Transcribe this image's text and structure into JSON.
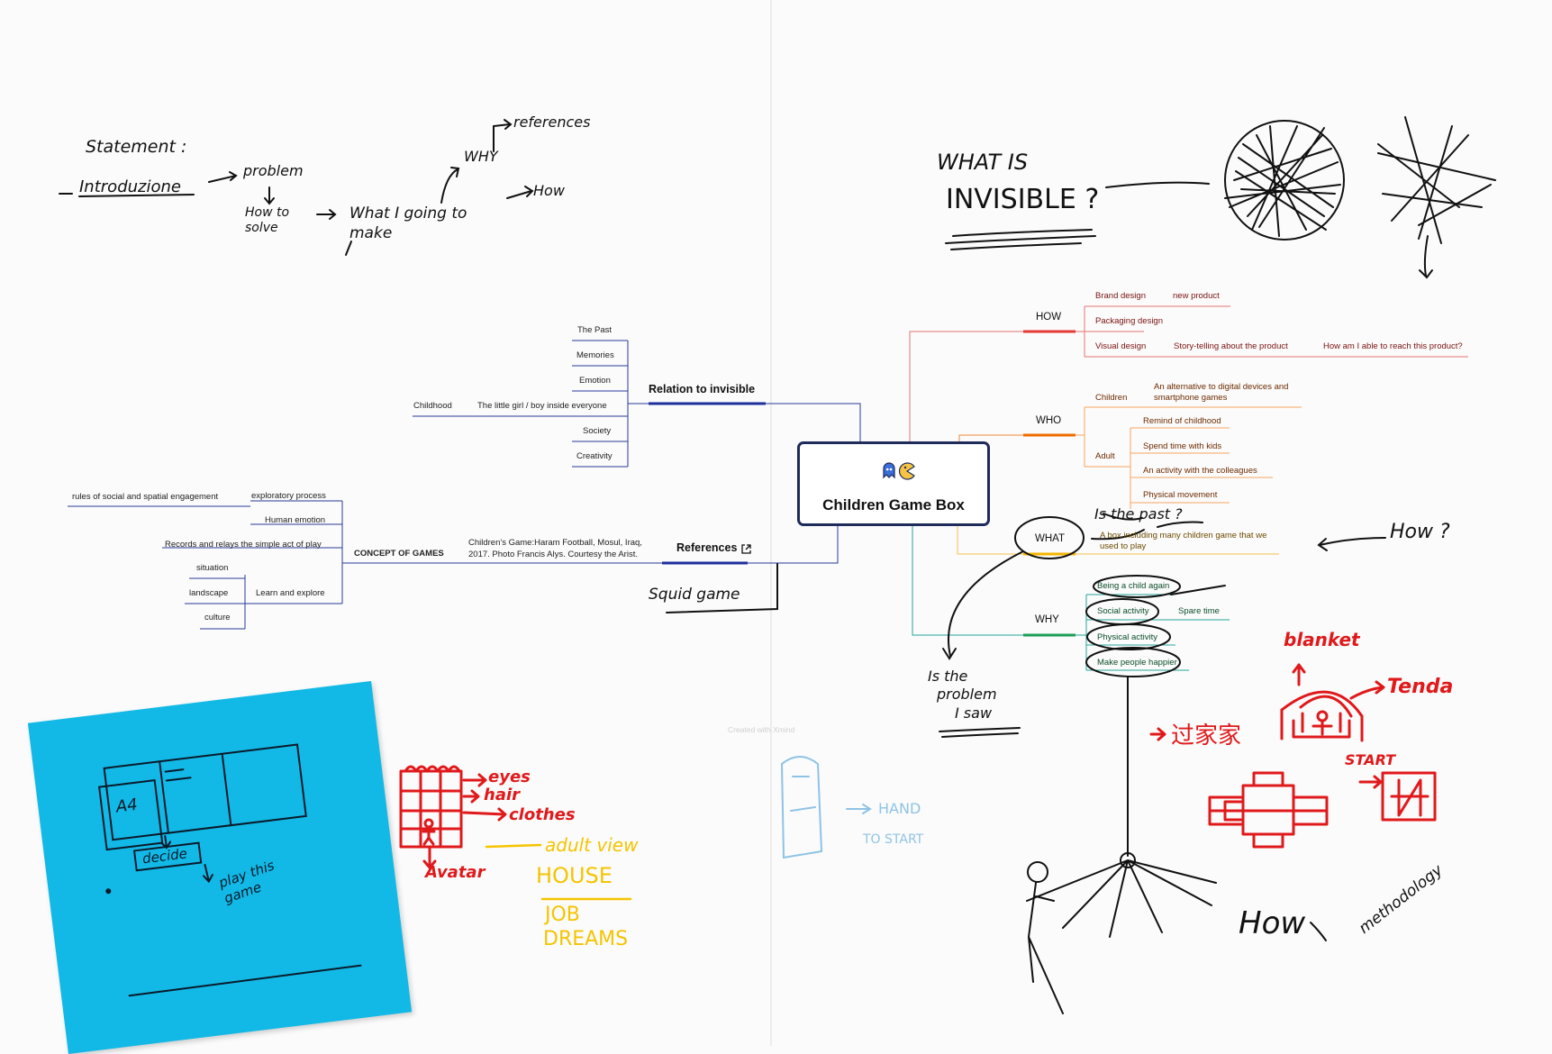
{
  "handwritten": {
    "statement": "Statement :",
    "introduction": "Introduzione",
    "problem": "problem",
    "how_to_solve": "How to solve",
    "what_making": "What I going to make",
    "why": "WHY",
    "references": "references",
    "how": "How",
    "what_invisible_1": "WHAT IS",
    "what_invisible_2": "INVISIBLE ?",
    "squid_game": "Squid game",
    "is_the_past": "Is the past ?",
    "how_q": "How ?",
    "is_problem_1": "Is the",
    "is_problem_2": "problem",
    "is_problem_3": "I saw",
    "blanket": "blanket",
    "tenda": "Tenda",
    "chinese": "过家家",
    "start": "START",
    "how_bottom": "How",
    "methodology": "methodology",
    "eyes": "eyes",
    "hair": "hair",
    "clothes": "clothes",
    "avatar": "Avatar",
    "adult_view": "adult view",
    "house": "HOUSE",
    "job": "JOB",
    "dreams": "DREAMS",
    "hand": "HAND",
    "to_start": "TO START",
    "a4": "A4",
    "decide": "decide",
    "play_this_game": "play this game"
  },
  "center": {
    "title": "Children Game Box",
    "icon_names": [
      "ghost-icon",
      "pacman-icon"
    ]
  },
  "left": {
    "relation": {
      "label": "Relation to invisible",
      "items": [
        "The Past",
        "Memories",
        "Emotion",
        "The little girl / boy inside everyone",
        "Society",
        "Creativity"
      ],
      "childhood": "Childhood"
    },
    "references": {
      "label": "References",
      "caption_1": "Children's Game:Haram Football, Mosul, Iraq,",
      "caption_2": "2017. Photo Francis Alys. Courtesy the Arist.",
      "concept": "CONCEPT OF GAMES",
      "items": {
        "exploratory": "exploratory process",
        "rules": "rules of social and spatial engagement",
        "human_emotion": "Human emotion",
        "records": "Records and relays the simple act of play",
        "learn": "Learn and explore",
        "situation": "situation",
        "landscape": "landscape",
        "culture": "culture"
      }
    }
  },
  "right": {
    "how": {
      "label": "HOW",
      "brand": "Brand design",
      "new_product": "new product",
      "packaging": "Packaging design",
      "visual": "Visual design",
      "story": "Story-telling about the product",
      "question": "How am I able to reach this product?",
      "color": "#e53935"
    },
    "who": {
      "label": "WHO",
      "children": "Children",
      "alt_1": "An alternative to digital devices and",
      "alt_2": "smartphone games",
      "adult": "Adult",
      "adult_items": [
        "Remind of childhood",
        "Spend time with kids",
        "An activity with the colleagues",
        "Physical movement"
      ],
      "color": "#ef6c00"
    },
    "what": {
      "label": "WHAT",
      "desc_1": "A box including many children game that we",
      "desc_2": "used to play",
      "color": "#f4b400"
    },
    "why": {
      "label": "WHY",
      "items": [
        "Being a child again",
        "Social activity",
        "Spare time",
        "Physical activity",
        "Make people happier"
      ],
      "color": "#1e9e57"
    }
  },
  "watermark": "Created with Xmind"
}
